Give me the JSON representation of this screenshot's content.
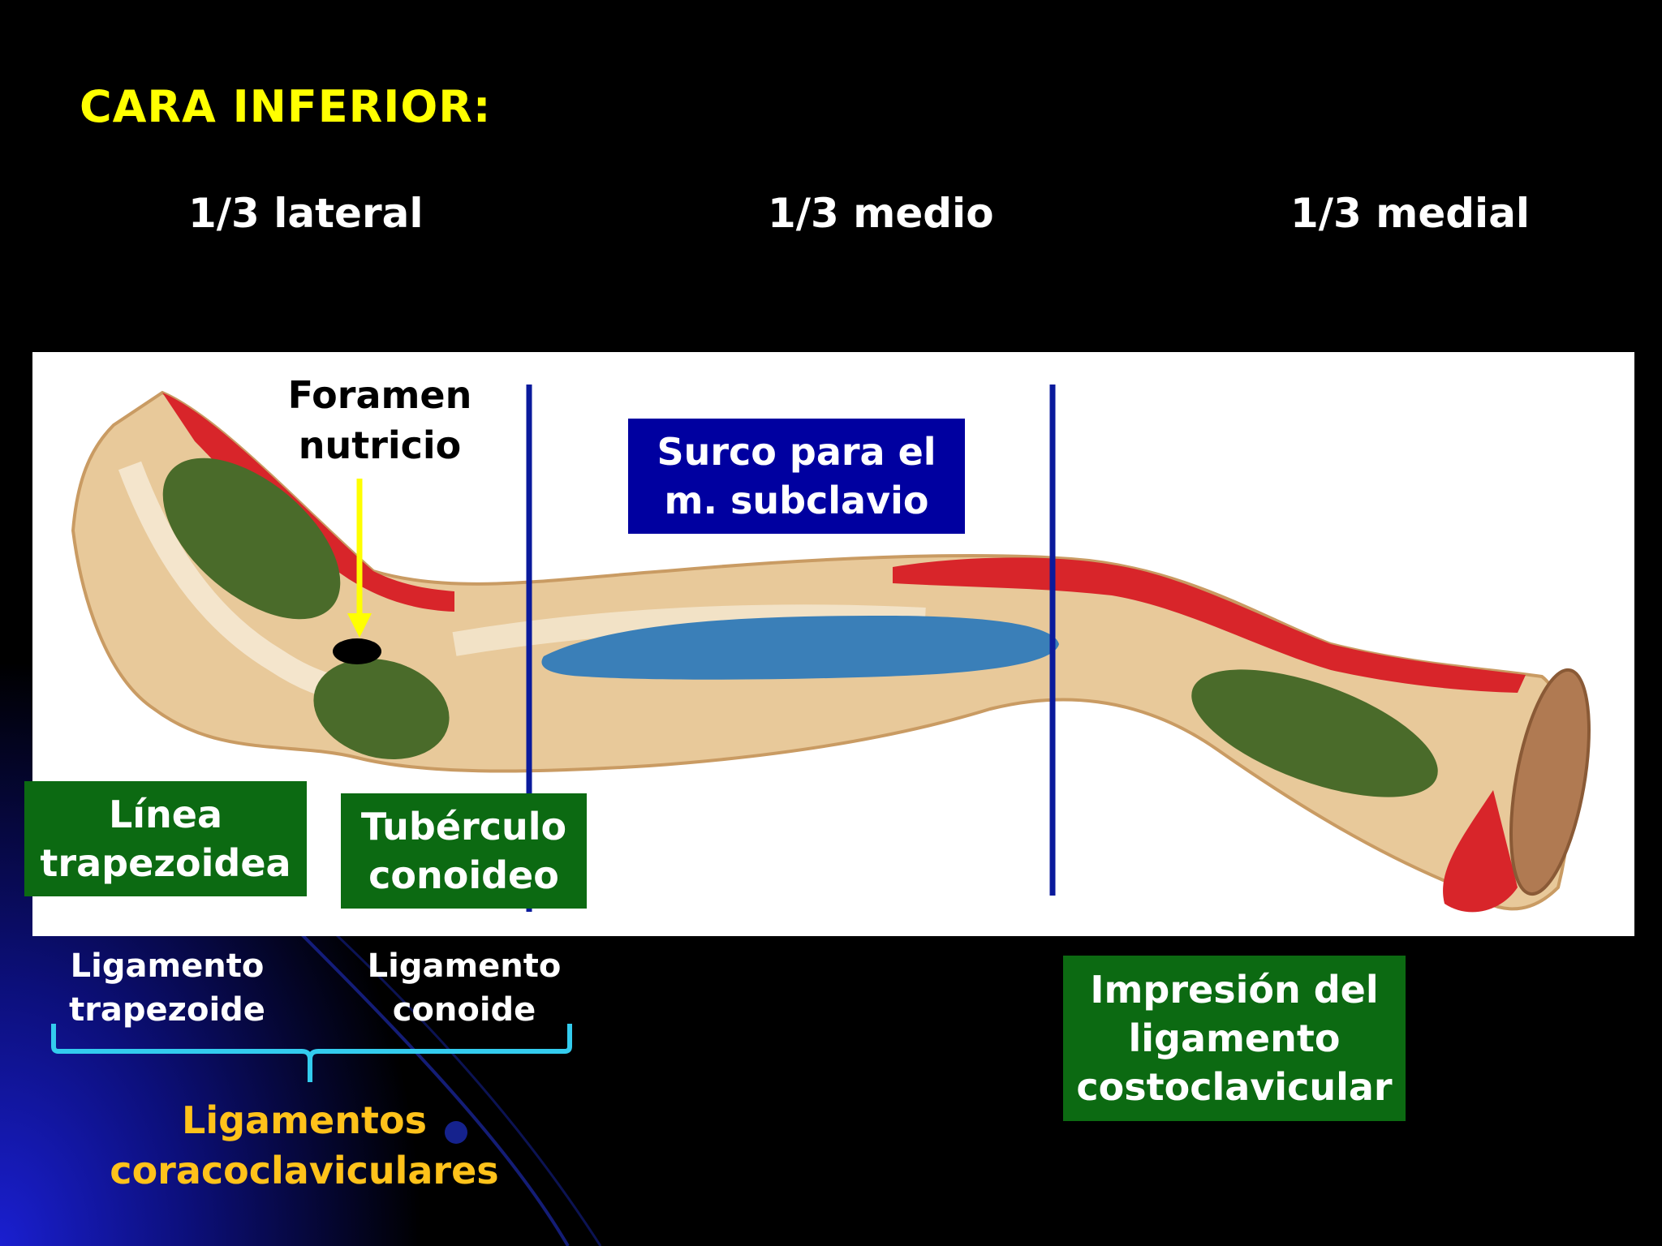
{
  "title": "CARA INFERIOR:",
  "thirds": {
    "lateral": "1/3 lateral",
    "medio": "1/3 medio",
    "medial": "1/3 medial"
  },
  "foramen": {
    "line1": "Foramen",
    "line2": "nutricio"
  },
  "surco": {
    "line1": "Surco para el",
    "line2": "m. subclavio"
  },
  "linea": {
    "line1": "Línea",
    "line2": "trapezoidea"
  },
  "tuberculo": {
    "line1": "Tubérculo",
    "line2": "conoideo"
  },
  "ligamento_trapezoide": {
    "line1": "Ligamento",
    "line2": "trapezoide"
  },
  "ligamento_conoide": {
    "line1": "Ligamento",
    "line2": "conoide"
  },
  "coracoclaviculares": {
    "line1": "Ligamentos",
    "line2": "coracoclaviculares"
  },
  "impresion": {
    "line1": "Impresión del",
    "line2": "ligamento",
    "line3": "costoclavicular"
  },
  "colors": {
    "title": "#ffff00",
    "bone": "#e8c99a",
    "muscle_red": "#d8252a",
    "ligament_green": "#4a6b2a",
    "groove_blue": "#3a7fb8",
    "divider": "#0a1a9c",
    "arrow": "#ffff00",
    "brace": "#33ccee",
    "group_label": "#ffc21a",
    "box_green": "#0c6a12",
    "box_blue": "#0000a0"
  }
}
